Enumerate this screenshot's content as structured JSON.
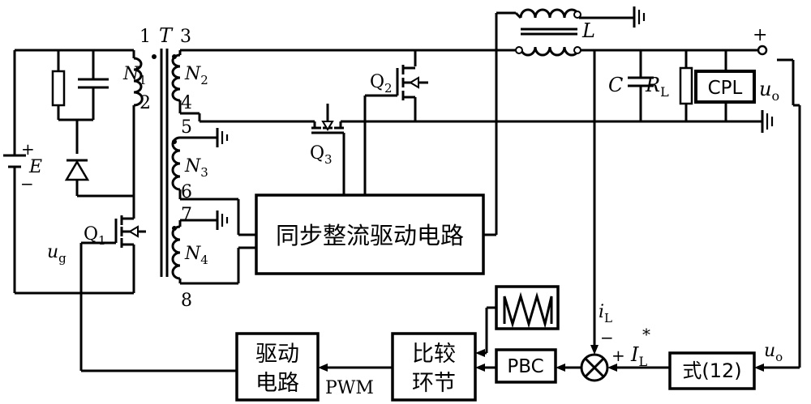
{
  "transformer": {
    "name": "T",
    "pins": [
      "1",
      "2",
      "3",
      "4",
      "5",
      "6",
      "7",
      "8"
    ],
    "windings": {
      "n1": "N",
      "n1_sub": "1",
      "n2": "N",
      "n2_sub": "2",
      "n3": "N",
      "n3_sub": "3",
      "n4": "N",
      "n4_sub": "4"
    }
  },
  "inductor": {
    "name": "L"
  },
  "capacitor": {
    "name": "C"
  },
  "resistor": {
    "name": "R",
    "sub": "L"
  },
  "load_cpl": {
    "label": "CPL"
  },
  "output": {
    "u": "u",
    "u_sub": "o",
    "plus": "+"
  },
  "source": {
    "name": "E",
    "plus": "+",
    "minus": "−"
  },
  "switches": {
    "q1": "Q",
    "q1_sub": "1",
    "q2": "Q",
    "q2_sub": "2",
    "q3": "Q",
    "q3_sub": "3"
  },
  "gate_signal": {
    "u": "u",
    "u_sub": "g"
  },
  "blocks": {
    "sync_drive": "同步整流驱动电路",
    "driver_line1": "驱动",
    "driver_line2": "电路",
    "compare_line1": "比较",
    "compare_line2": "环节",
    "pbc": "PBC",
    "formula": "式(12)"
  },
  "signals": {
    "pwm": "PWM",
    "il": "i",
    "il_sub": "L",
    "il_minus": "−",
    "iref": "I",
    "iref_sub": "L",
    "iref_star": "*",
    "iref_plus": "+",
    "uo": "u",
    "uo_sub": "o"
  }
}
